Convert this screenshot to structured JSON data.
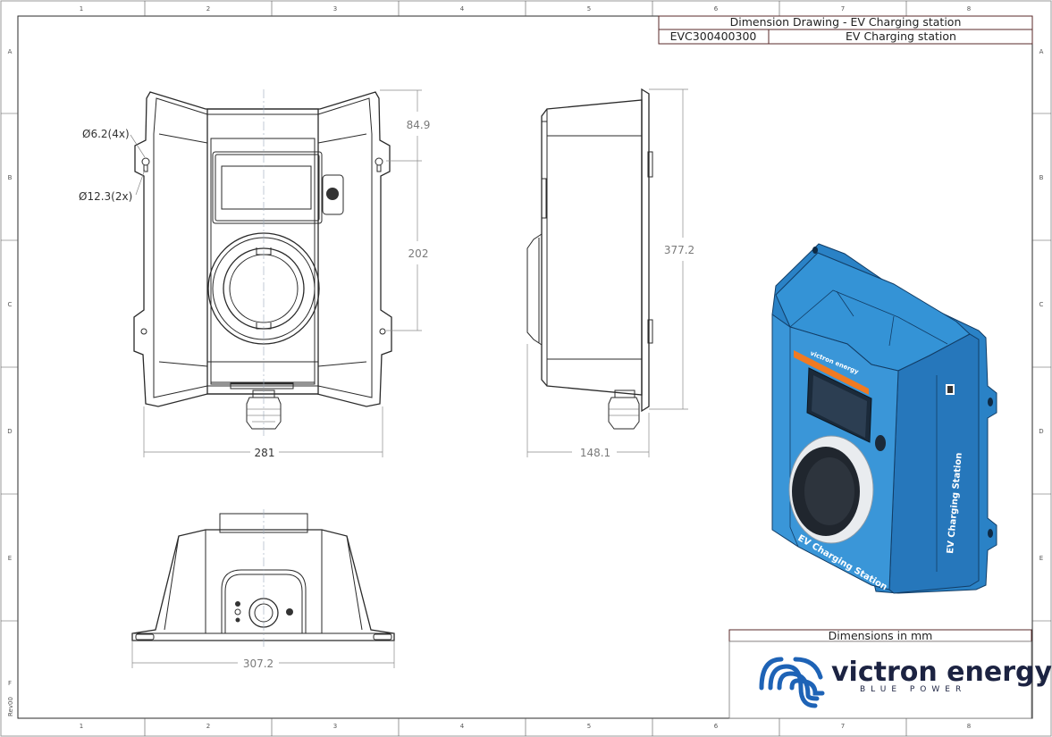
{
  "title_block": {
    "title": "Dimension Drawing - EV Charging station",
    "part_number": "EVC300400300",
    "description": "EV Charging station"
  },
  "zone_columns": [
    "1",
    "2",
    "3",
    "4",
    "5",
    "6",
    "7",
    "8"
  ],
  "zone_rows": [
    "A",
    "B",
    "C",
    "D",
    "E",
    "F"
  ],
  "revision": "Rev00",
  "dimensions": {
    "width_front": "281",
    "depth_side": "148.1",
    "width_bottom": "307.2",
    "height_total": "377.2",
    "top_to_hole": "84.9",
    "hole_spacing": "202",
    "small_hole": "Ø6.2(4x)",
    "keyhole": "Ø12.3(2x)"
  },
  "units_note": "Dimensions in mm",
  "logo": {
    "name": "victron energy",
    "tagline": "BLUE POWER"
  },
  "product_labels": {
    "front_label": "EV Charging Station",
    "side_label": "EV Charging Station",
    "brand_strip": "victron energy"
  },
  "colors": {
    "enclosure_blue": "#2e86c9",
    "enclosure_blue_dark": "#1f6fb0",
    "accent_orange": "#f07a22",
    "brand_navy": "#1c2342",
    "brand_blue": "#1e63b6"
  }
}
